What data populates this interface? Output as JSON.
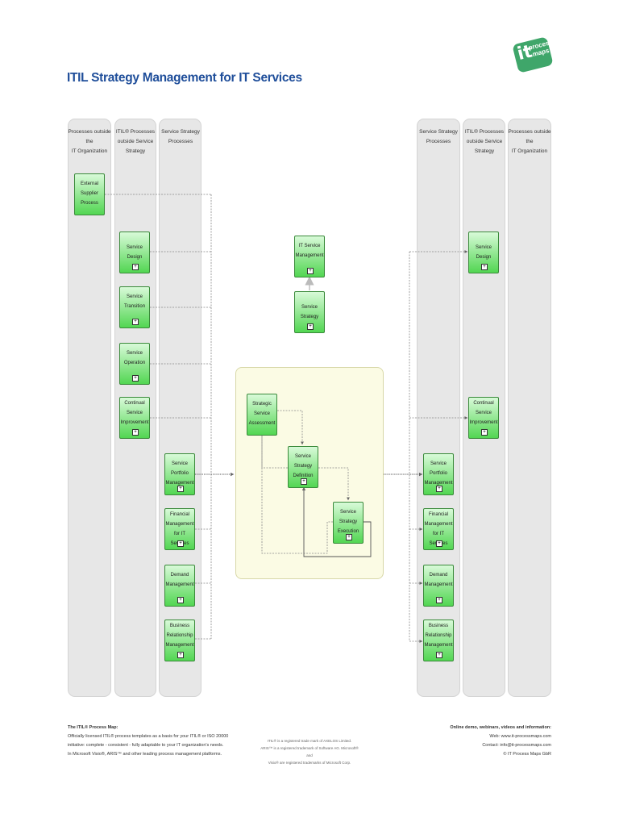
{
  "title": "ITIL Strategy Management for IT Services",
  "logo": {
    "it": "it",
    "line1": "process",
    "line2": "maps"
  },
  "lanes_left": [
    {
      "header": "Processes outside\nthe\nIT Organization"
    },
    {
      "header": "ITIL® Processes\noutside Service\nStrategy"
    },
    {
      "header": "Service Strategy\nProcesses"
    }
  ],
  "lanes_right": [
    {
      "header": "Service Strategy\nProcesses"
    },
    {
      "header": "ITIL® Processes\noutside Service\nStrategy"
    },
    {
      "header": "Processes outside\nthe\nIT Organization"
    }
  ],
  "boxes": {
    "external_supplier": "External\nSupplier Process",
    "service_design_l": "Service Design",
    "service_transition": "Service\nTransition",
    "service_operation": "Service\nOperation",
    "csi_l": "Continual\nService\nImprovement",
    "portfolio_l": "Service Portfolio\nManagement",
    "financial_l": "Financial\nManagement\nfor IT Services",
    "demand_l": "Demand\nManagement",
    "brm_l": "Business\nRelationship\nManagement",
    "itsm": "IT Service\nManagement",
    "service_strategy": "Service Strategy",
    "assessment": "Strategic Service\nAssessment",
    "definition": "Service Strategy\nDefinition",
    "execution": "Service Strategy\nExecution",
    "service_design_r": "Service Design",
    "csi_r": "Continual\nService\nImprovement",
    "portfolio_r": "Service Portfolio\nManagement",
    "financial_r": "Financial\nManagement\nfor IT Services",
    "demand_r": "Demand\nManagement",
    "brm_r": "Business\nRelationship\nManagement"
  },
  "expand_symbol": "+",
  "footer": {
    "left_title": "The ITIL® Process Map:",
    "left_l1": "Officially licensed ITIL® process templates as a basis for your ITIL® or ISO 20000",
    "left_l2": "initiative: complete - consistent - fully adaptable to your IT organization's needs.",
    "left_l3": "In Microsoft Visio®, ARIS™ and other leading process management platforms.",
    "mid_l1": "ITIL® is a registered trade mark of AXELOS Limited.",
    "mid_l2": "ARIS™ is a registered trademark of Software AG. Microsoft® and",
    "mid_l3": "Visio® are registered trademarks of Microsoft Corp.",
    "right_title": "Online demo, webinars, videos and information:",
    "right_l1": "Web: www.it-processmaps.com",
    "right_l2": "Contact: info@it-processmaps.com",
    "right_l3": "© IT Process Maps GbR"
  },
  "colors": {
    "title": "#1f4e9a",
    "box_top": "#d8fad8",
    "box_bottom": "#52d652",
    "lane": "#e7e7e7",
    "canvas": "#fbfbe4",
    "logo": "#3fa66a"
  }
}
